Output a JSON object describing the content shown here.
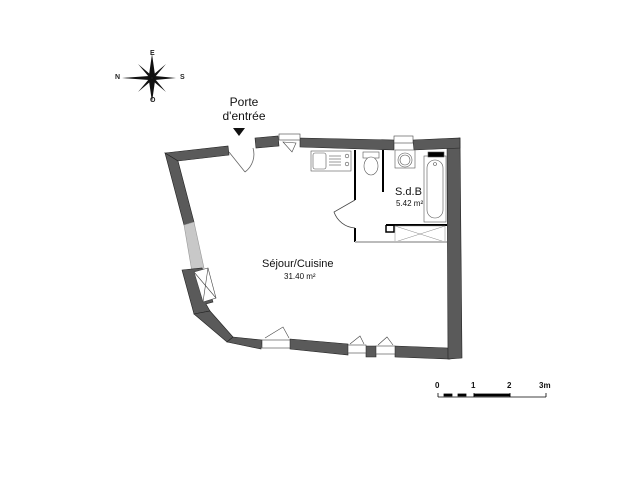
{
  "compass": {
    "north": "N",
    "south": "S",
    "east": "E",
    "west": "O"
  },
  "entrance": {
    "label_line1": "Porte",
    "label_line2": "d'entrée"
  },
  "rooms": [
    {
      "name": "Séjour/Cuisine",
      "area": "31.40 m²"
    },
    {
      "name": "S.d.B",
      "area": "5.42 m²"
    }
  ],
  "scale_bar": {
    "ticks": [
      "0",
      "1",
      "2",
      "3m"
    ]
  },
  "colors": {
    "wall": "#5a5a5a",
    "line": "#000000",
    "background": "#ffffff"
  }
}
